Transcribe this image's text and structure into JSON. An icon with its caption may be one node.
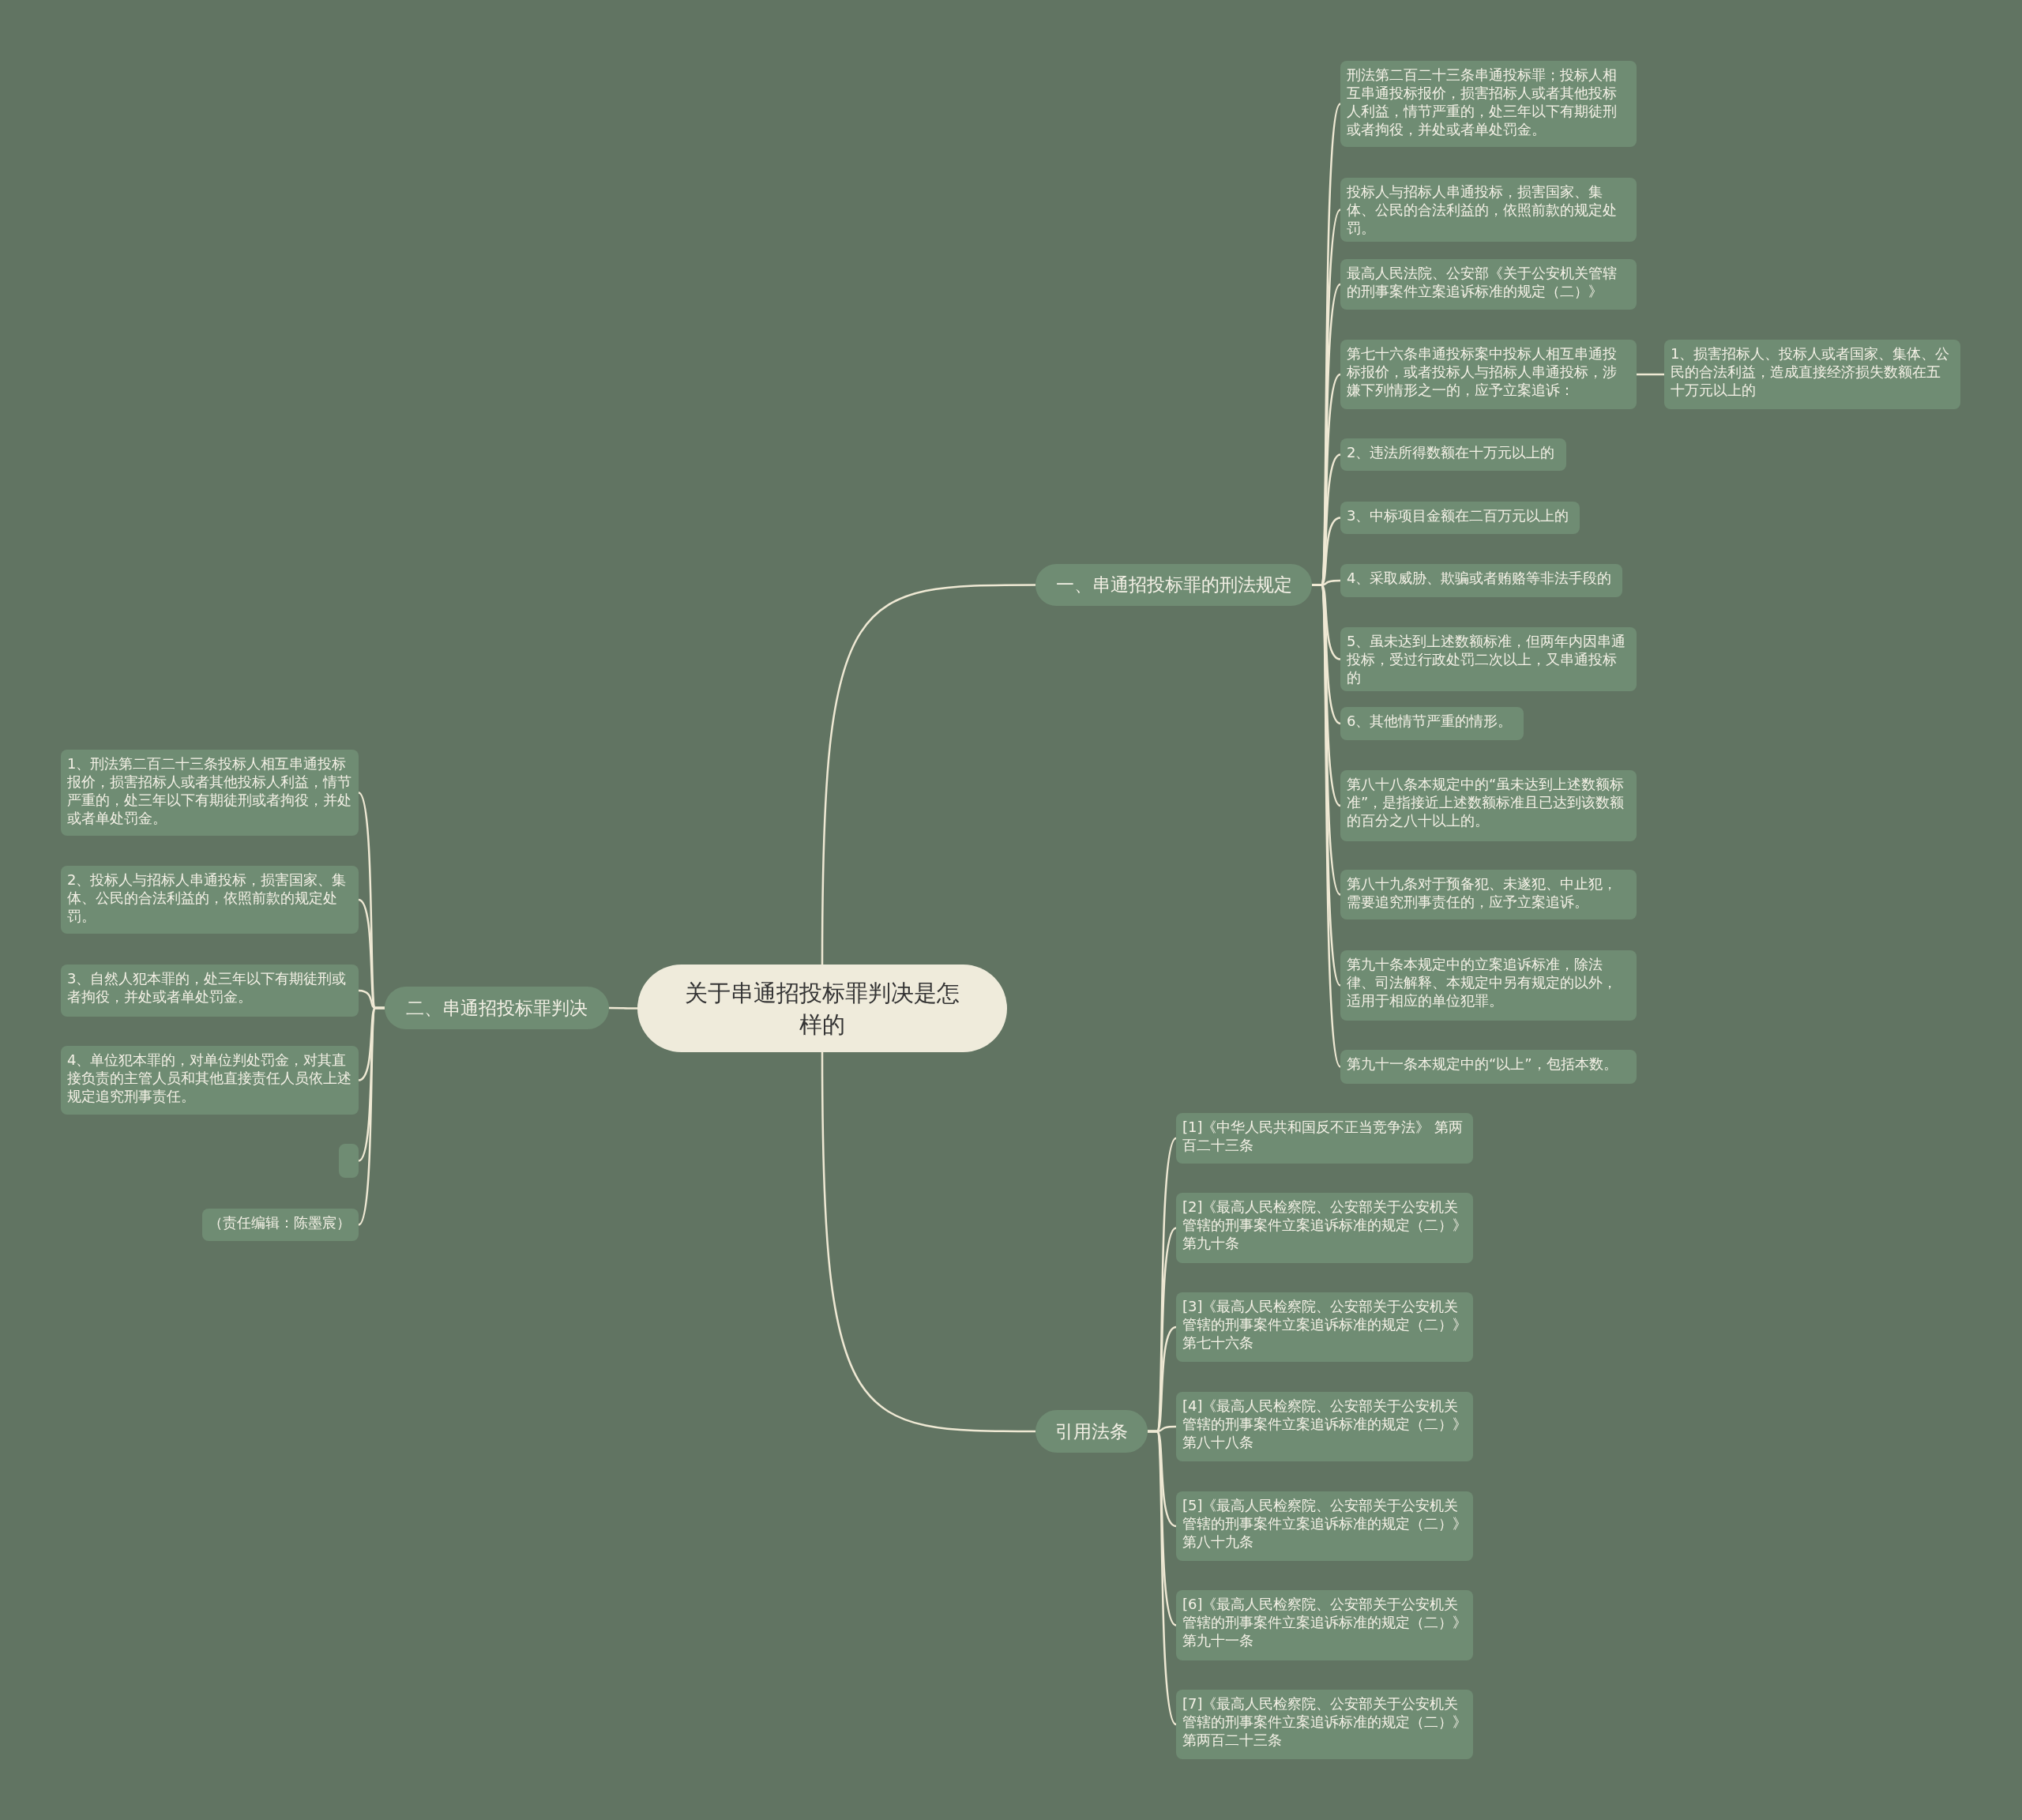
{
  "diagram": {
    "nodes": [
      {
        "text": [
          "关于串通招投标罪判决是怎样的"
        ]
      },
      {
        "text": [
          "一、串通招投标罪的刑法规定"
        ]
      },
      {
        "text": [
          "刑法第二百二十三条串通投标罪；投标人相互串通投标报价，损害招标人或者其他投标人利益，情节严重的，处三年以下有期徒刑或者拘役，并处或者单处罚金。"
        ]
      },
      {
        "text": [
          "投标人与招标人串通投标，损害国家、集体、公民的合法利益的，依照前款的规定处罚。"
        ]
      },
      {
        "text": [
          "最高人民法院、公安部《关于公安机关管辖的刑事案件立案追诉标准的规定（二）》"
        ]
      },
      {
        "text": [
          "第七十六条串通投标案中投标人相互串通投标报价，或者投标人与招标人串通投标，涉嫌下列情形之一的，应予立案追诉："
        ]
      },
      {
        "text": [
          "1、损害招标人、投标人或者国家、集体、公民的合法利益，造成直接经济损失数额在五十万元以上的"
        ]
      },
      {
        "text": [
          "2、违法所得数额在十万元以上的"
        ]
      },
      {
        "text": [
          "3、中标项目金额在二百万元以上的"
        ]
      },
      {
        "text": [
          "4、采取威胁、欺骗或者贿赂等非法手段的"
        ]
      },
      {
        "text": [
          "5、虽未达到上述数额标准，但两年内因串通投标，受过行政处罚二次以上，又串通投标的"
        ]
      },
      {
        "text": [
          "6、其他情节严重的情形。"
        ]
      },
      {
        "text": [
          "第八十八条本规定中的“虽未达到上述数额标准”，是指接近上述数额标准且已达到该数额的百分之八十以上的。"
        ]
      },
      {
        "text": [
          "第八十九条对于预备犯、未遂犯、中止犯，需要追究刑事责任的，应予立案追诉。"
        ]
      },
      {
        "text": [
          "第九十条本规定中的立案追诉标准，除法律、司法解释、本规定中另有规定的以外，适用于相应的单位犯罪。"
        ]
      },
      {
        "text": [
          "第九十一条本规定中的“以上”，包括本数。"
        ]
      },
      {
        "text": [
          "二、串通招投标罪判决"
        ]
      },
      {
        "text": [
          "1、刑法第二百二十三条投标人相互串通投标报价，损害招标人或者其他投标人利益，情节严重的，处三年以下有期徒刑或者拘役，并处或者单处罚金。"
        ]
      },
      {
        "text": [
          "2、投标人与招标人串通投标，损害国家、集体、公民的合法利益的，依照前款的规定处罚。"
        ]
      },
      {
        "text": [
          "3、自然人犯本罪的，处三年以下有期徒刑或者拘役，并处或者单处罚金。"
        ]
      },
      {
        "text": [
          "4、单位犯本罪的，对单位判处罚金，对其直接负责的主管人员和其他直接责任人员依上述规定追究刑事责任。"
        ]
      },
      {
        "text": [],
        "shape": "box"
      },
      {
        "text": [
          "（责任编辑：陈墨宸）"
        ]
      },
      {
        "text": [
          "引用法条"
        ]
      },
      {
        "text": [
          "[1]《中华人民共和国反不正当竞争法》 第两百二十三条"
        ]
      },
      {
        "text": [
          "[2]《最高人民检察院、公安部关于公安机关管辖的刑事案件立案追诉标准的规定（二）》第九十条"
        ]
      },
      {
        "text": [
          "[3]《最高人民检察院、公安部关于公安机关管辖的刑事案件立案追诉标准的规定（二）》第七十六条"
        ]
      },
      {
        "text": [
          "[4]《最高人民检察院、公安部关于公安机关管辖的刑事案件立案追诉标准的规定（二）》第八十八条"
        ]
      },
      {
        "text": [
          "[5]《最高人民检察院、公安部关于公安机关管辖的刑事案件立案追诉标准的规定（二）》第八十九条"
        ]
      },
      {
        "text": [
          "[6]《最高人民检察院、公安部关于公安机关管辖的刑事案件立案追诉标准的规定（二）》第九十一条"
        ]
      },
      {
        "text": [
          "[7]《最高人民检察院、公安部关于公安机关管辖的刑事案件立案追诉标准的规定（二）》第两百二十三条"
        ]
      }
    ],
    "edges": [
      {
        "from": 0,
        "to": 1,
        "arrow": "none"
      },
      {
        "from": 1,
        "to": 2,
        "arrow": "none"
      },
      {
        "from": 1,
        "to": 3,
        "arrow": "none"
      },
      {
        "from": 1,
        "to": 4,
        "arrow": "none"
      },
      {
        "from": 1,
        "to": 5,
        "arrow": "none"
      },
      {
        "from": 5,
        "to": 6,
        "arrow": "none"
      },
      {
        "from": 1,
        "to": 7,
        "arrow": "none"
      },
      {
        "from": 1,
        "to": 8,
        "arrow": "none"
      },
      {
        "from": 1,
        "to": 9,
        "arrow": "none"
      },
      {
        "from": 1,
        "to": 10,
        "arrow": "none"
      },
      {
        "from": 1,
        "to": 11,
        "arrow": "none"
      },
      {
        "from": 1,
        "to": 12,
        "arrow": "none"
      },
      {
        "from": 1,
        "to": 13,
        "arrow": "none"
      },
      {
        "from": 1,
        "to": 14,
        "arrow": "none"
      },
      {
        "from": 1,
        "to": 15,
        "arrow": "none"
      },
      {
        "from": 0,
        "to": 16,
        "arrow": "none"
      },
      {
        "from": 16,
        "to": 17,
        "arrow": "none"
      },
      {
        "from": 16,
        "to": 18,
        "arrow": "none"
      },
      {
        "from": 16,
        "to": 19,
        "arrow": "none"
      },
      {
        "from": 16,
        "to": 20,
        "arrow": "none"
      },
      {
        "from": 16,
        "to": 21,
        "arrow": "none"
      },
      {
        "from": 16,
        "to": 22,
        "arrow": "none"
      },
      {
        "from": 0,
        "to": 23,
        "arrow": "none"
      },
      {
        "from": 23,
        "to": 24,
        "arrow": "none"
      },
      {
        "from": 23,
        "to": 25,
        "arrow": "none"
      },
      {
        "from": 23,
        "to": 26,
        "arrow": "none"
      },
      {
        "from": 23,
        "to": 27,
        "arrow": "none"
      },
      {
        "from": 23,
        "to": 28,
        "arrow": "none"
      },
      {
        "from": 23,
        "to": 29,
        "arrow": "none"
      },
      {
        "from": 23,
        "to": 30,
        "arrow": "none"
      }
    ]
  }
}
